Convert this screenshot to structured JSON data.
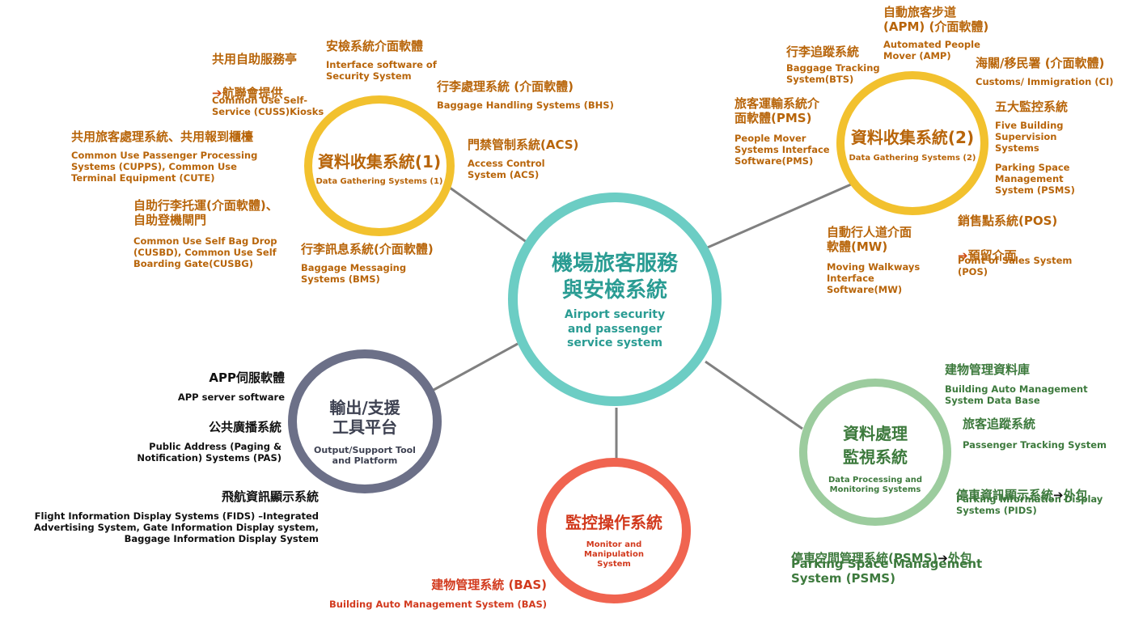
{
  "colors": {
    "teal": "#6ccdc4",
    "teal_text": "#2a9c93",
    "yellow": "#f2c12e",
    "orange_text": "#b8650a",
    "slate": "#6c7088",
    "slate_text": "#3e4252",
    "red": "#f06450",
    "red_text": "#d23a1e",
    "green": "#9ccc9e",
    "green_text": "#3d7a3d",
    "link": "#808080"
  },
  "hub": {
    "title_zh_1": "機場旅客服務",
    "title_zh_2": "與安檢系統",
    "title_en": "Airport security\nand passenger\nservice system"
  },
  "node_dg1": {
    "zh": "資料收集系統(1)",
    "en": "Data Gathering Systems (1)"
  },
  "node_dg2": {
    "zh": "資料收集系統(2)",
    "en": "Data Gathering Systems (2)"
  },
  "node_output": {
    "zh": "輸出/支援\n工具平台",
    "en": "Output/Support Tool\nand Platform"
  },
  "node_monitor": {
    "zh": "監控操作系統",
    "en": "Monitor and\nManipulation\nSystem"
  },
  "node_dp": {
    "zh": "資料處理\n監視系統",
    "en": "Data Processing and\nMonitoring Systems"
  },
  "dg1_items": {
    "cuss_zh": "共用自助服務亭",
    "cuss_arrow": "➔",
    "cuss_zh2": "航聯會提供",
    "cuss_en": "Common Use Self-\nService (CUSS)Kiosks",
    "sec_zh": "安檢系統介面軟體",
    "sec_en": "Interface software of\nSecurity System",
    "bhs_zh": "行李處理系統 (介面軟體)",
    "bhs_en": "Baggage Handling Systems (BHS)",
    "cupps_zh": "共用旅客處理系統、共用報到櫃檯",
    "cupps_en": "Common Use Passenger Processing\nSystems (CUPPS), Common Use\nTerminal Equipment  (CUTE)",
    "acs_zh": "門禁管制系統(ACS)",
    "acs_en": "Access Control\nSystem (ACS)",
    "cusbd_zh": "自助行李托運(介面軟體)、\n自助登機閘門",
    "cusbd_en": "Common Use Self Bag Drop\n(CUSBD), Common Use Self\nBoarding Gate(CUSBG)",
    "bms_zh": "行李訊息系統(介面軟體)",
    "bms_en": "Baggage Messaging\nSystems (BMS)"
  },
  "dg2_items": {
    "bts_zh": "行李追蹤系統",
    "bts_en": "Baggage Tracking\nSystem(BTS)",
    "apm_zh": "自動旅客步道\n(APM) (介面軟體)",
    "apm_en": "Automated People\nMover (AMP)",
    "ci_zh": "海關/移民署 (介面軟體)",
    "ci_en": "Customs/ Immigration (CI)",
    "pms_zh": "旅客運輸系統介\n面軟體(PMS)",
    "pms_en": "People Mover\nSystems Interface\nSoftware(PMS)",
    "five_zh": "五大監控系統",
    "five_en": "Five Building\nSupervision\nSystems",
    "psms_en": "Parking Space\nManagement\nSystem (PSMS)",
    "mw_zh": "自動行人道介面\n軟體(MW)",
    "mw_en": "Moving Walkways\nInterface\nSoftware(MW)",
    "pos_zh": "銷售點系統(POS)",
    "pos_arrow": "➔",
    "pos_zh2": "預留介面",
    "pos_en": "Point of Sales System\n(POS)"
  },
  "output_items": {
    "app_zh": "APP伺服軟體",
    "app_en": "APP server software",
    "pa_zh": "公共廣播系統",
    "pa_en": "Public Address (Paging &\nNotification) Systems (PAS)",
    "fids_zh": "飛航資訊顯示系統",
    "fids_en": "Flight Information Display Systems (FIDS) –Integrated\nAdvertising System, Gate Information  Display system,\nBaggage Information Display System"
  },
  "monitor_items": {
    "bas_zh": "建物管理系統 (BAS)",
    "bas_en": "Building Auto Management  System (BAS)"
  },
  "dp_items": {
    "db_zh": "建物管理資料庫",
    "db_en": "Building Auto Management\nSystem Data Base",
    "pts_zh": "旅客追蹤系統",
    "pts_en": "Passenger Tracking System",
    "pids_zh": "停車資訊顯示系統",
    "pids_arrow": "➔",
    "pids_zh2": "外包",
    "pids_en": "Parking Information Display\nSystems (PIDS)",
    "psms_zh": "停車空間管理系統(PSMS)",
    "psms_arrow": "➔",
    "psms_zh2": "外包",
    "psms_en": "Parking Space Management\nSystem (PSMS)"
  }
}
